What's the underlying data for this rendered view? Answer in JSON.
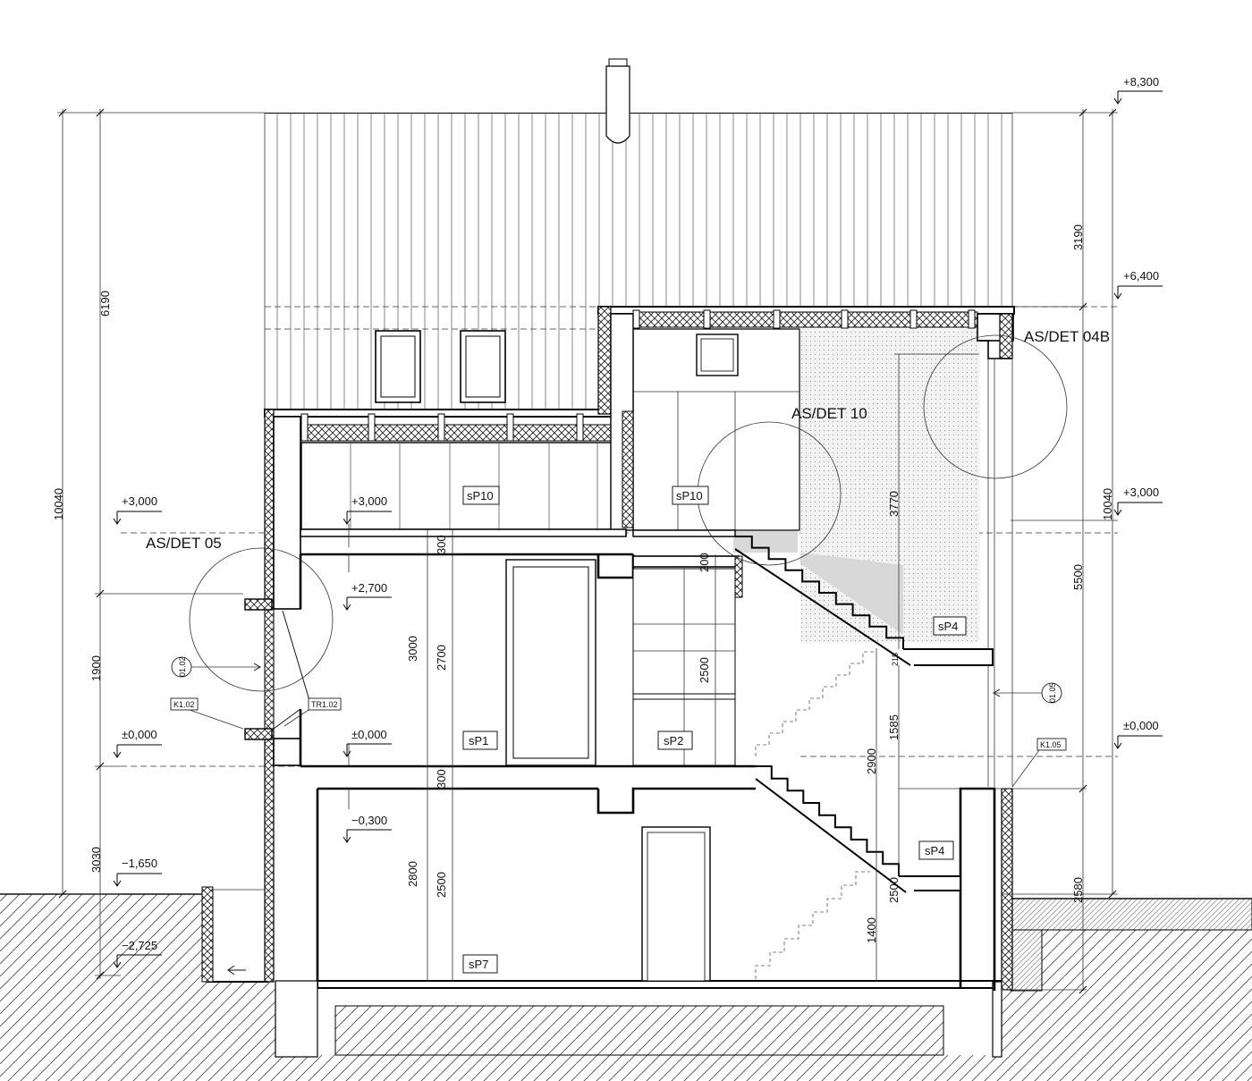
{
  "drawing": {
    "detail_callouts": {
      "det04b": "AS/DET 04B",
      "det10": "AS/DET 10",
      "det05": "AS/DET 05"
    },
    "levels": {
      "top_ridge": "+8,300",
      "eave": "+6,400",
      "right_3000": "+3,000",
      "right_0000": "±0,000",
      "left_3000": "+3,000",
      "left_0000": "±0,000",
      "left_m1650": "−1,650",
      "left_m2725": "−2,725",
      "in_3000": "+3,000",
      "in_2700": "+2,700",
      "in_0000": "±0,000",
      "in_m0300": "−0,300"
    },
    "dimensions": {
      "d6190": "6190",
      "d10040_left": "10040",
      "d1900": "1900",
      "d3030": "3030",
      "d3190": "3190",
      "d10040_right": "10040",
      "d5500": "5500",
      "d2580": "2580",
      "d3770": "3770",
      "d2900": "2900",
      "d1585": "1585",
      "d1400": "1400",
      "d2500_stair": "2500",
      "d215": "215",
      "d300_top": "300",
      "d3000": "3000",
      "d2700": "2700",
      "d300_mid": "300",
      "d2800": "2800",
      "d2500_base": "2500",
      "d200": "200",
      "d2500_mid": "2500"
    },
    "room_tags": {
      "sp10_left": "sP10",
      "sp10_right": "sP10",
      "sp4_upper": "sP4",
      "sp1": "sP1",
      "sp2": "sP2",
      "sp4_lower": "sP4",
      "sp7": "sP7"
    },
    "element_tags": {
      "k102": "K1.02",
      "tr102": "TR1.02",
      "k105": "K1.05",
      "w0102": "01.02",
      "w0105": "01.05"
    }
  }
}
